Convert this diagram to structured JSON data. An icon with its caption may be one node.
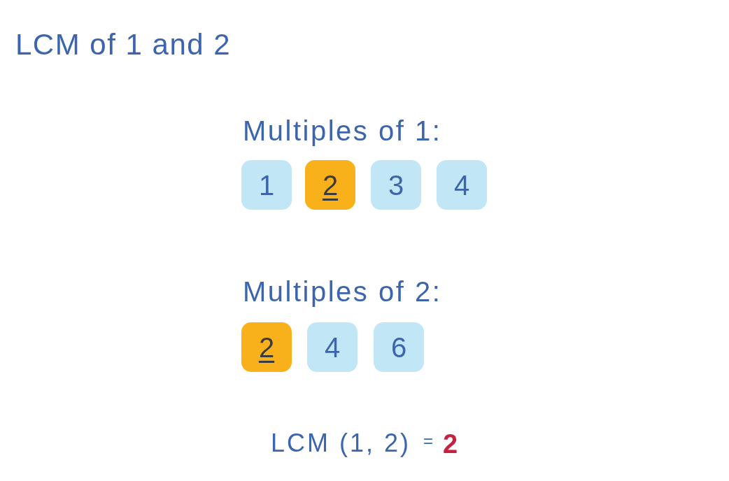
{
  "diagram": {
    "title": "LCM of 1 and 2",
    "nodes": [
      {
        "text": [
          "1"
        ]
      },
      {
        "text": [
          "2"
        ]
      },
      {
        "text": [
          "3"
        ]
      },
      {
        "text": [
          "4"
        ]
      },
      {
        "text": [
          "2"
        ]
      },
      {
        "text": [
          "4"
        ]
      },
      {
        "text": [
          "6"
        ]
      }
    ],
    "edges": [],
    "labels": [
      "Multiples of 1:",
      "Multiples of 2:",
      "LCM (1, 2)",
      "=",
      "2"
    ]
  }
}
